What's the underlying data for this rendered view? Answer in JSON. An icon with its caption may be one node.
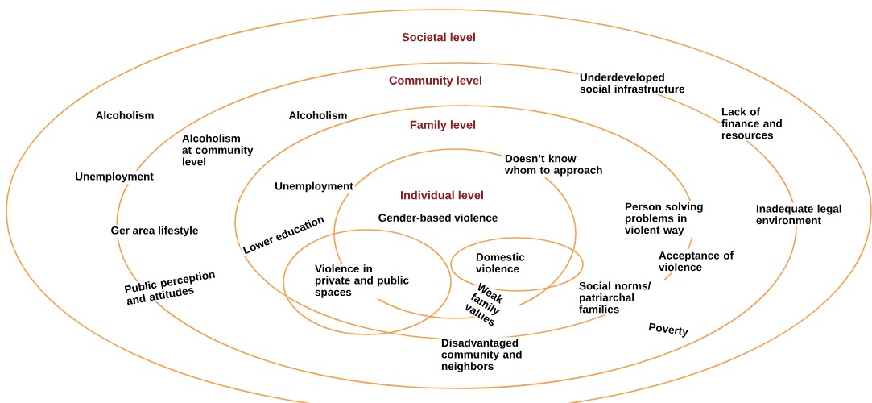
{
  "diagram": {
    "nodes": [
      {
        "text": [
          "Societal level"
        ]
      },
      {
        "text": [
          "Community level"
        ],
        "in": 0
      },
      {
        "text": [
          "Family level"
        ],
        "in": 1
      },
      {
        "text": [
          "Individual level"
        ],
        "in": 2
      },
      {
        "text": [
          "Violence in private and public spaces"
        ],
        "in": 2
      },
      {
        "text": [
          "Domestic violence"
        ],
        "in": 3
      }
    ],
    "labels": [
      "Underdeveloped social infrastructure",
      "Alcoholism",
      "Alcoholism",
      "Lack of finance and resources",
      "Alcoholism at community level",
      "Doesn’t know whom to approach",
      "Unemployment",
      "Unemployment",
      "Person solving problems in violent way",
      "Inadequate legal environment",
      "Gender-based violence",
      "Lower education",
      "Ger area lifestyle",
      "Acceptance of violence",
      "Public perception and attitudes",
      "Social norms/ patriarchal families",
      "Weak family values",
      "Poverty",
      "Disadvantaged community and neighbors"
    ]
  }
}
